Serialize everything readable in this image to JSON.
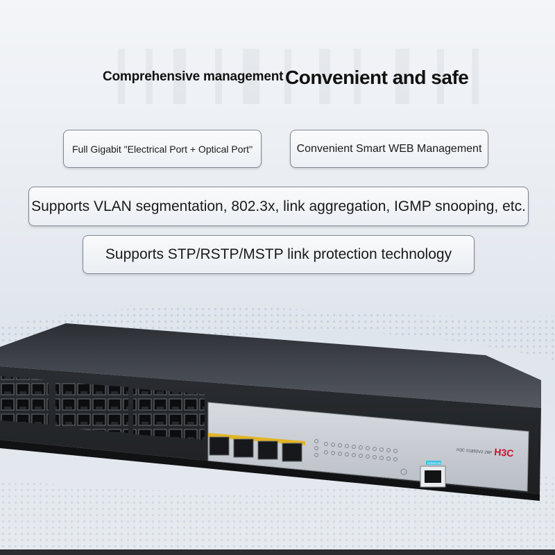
{
  "headline": {
    "subtitle": "Comprehensive management",
    "title": "Convenient and safe"
  },
  "features": [
    "Full Gigabit \"Electrical Port + Optical Port\"",
    "Convenient Smart WEB Management",
    "Supports VLAN segmentation, 802.3x, link aggregation, IGMP snooping, etc.",
    "Supports STP/RSTP/MSTP link protection technology"
  ],
  "device": {
    "brand_logo": "H3C",
    "model_label": "H3C S1850V2-28P",
    "console_label": "CONSOLE"
  },
  "colors": {
    "chassis": "#3a3e44",
    "front_panel": "#c9cdd2",
    "port_accent": "#e2b526",
    "brand_red": "#c8102e",
    "console_tag": "#3ec3e6"
  }
}
